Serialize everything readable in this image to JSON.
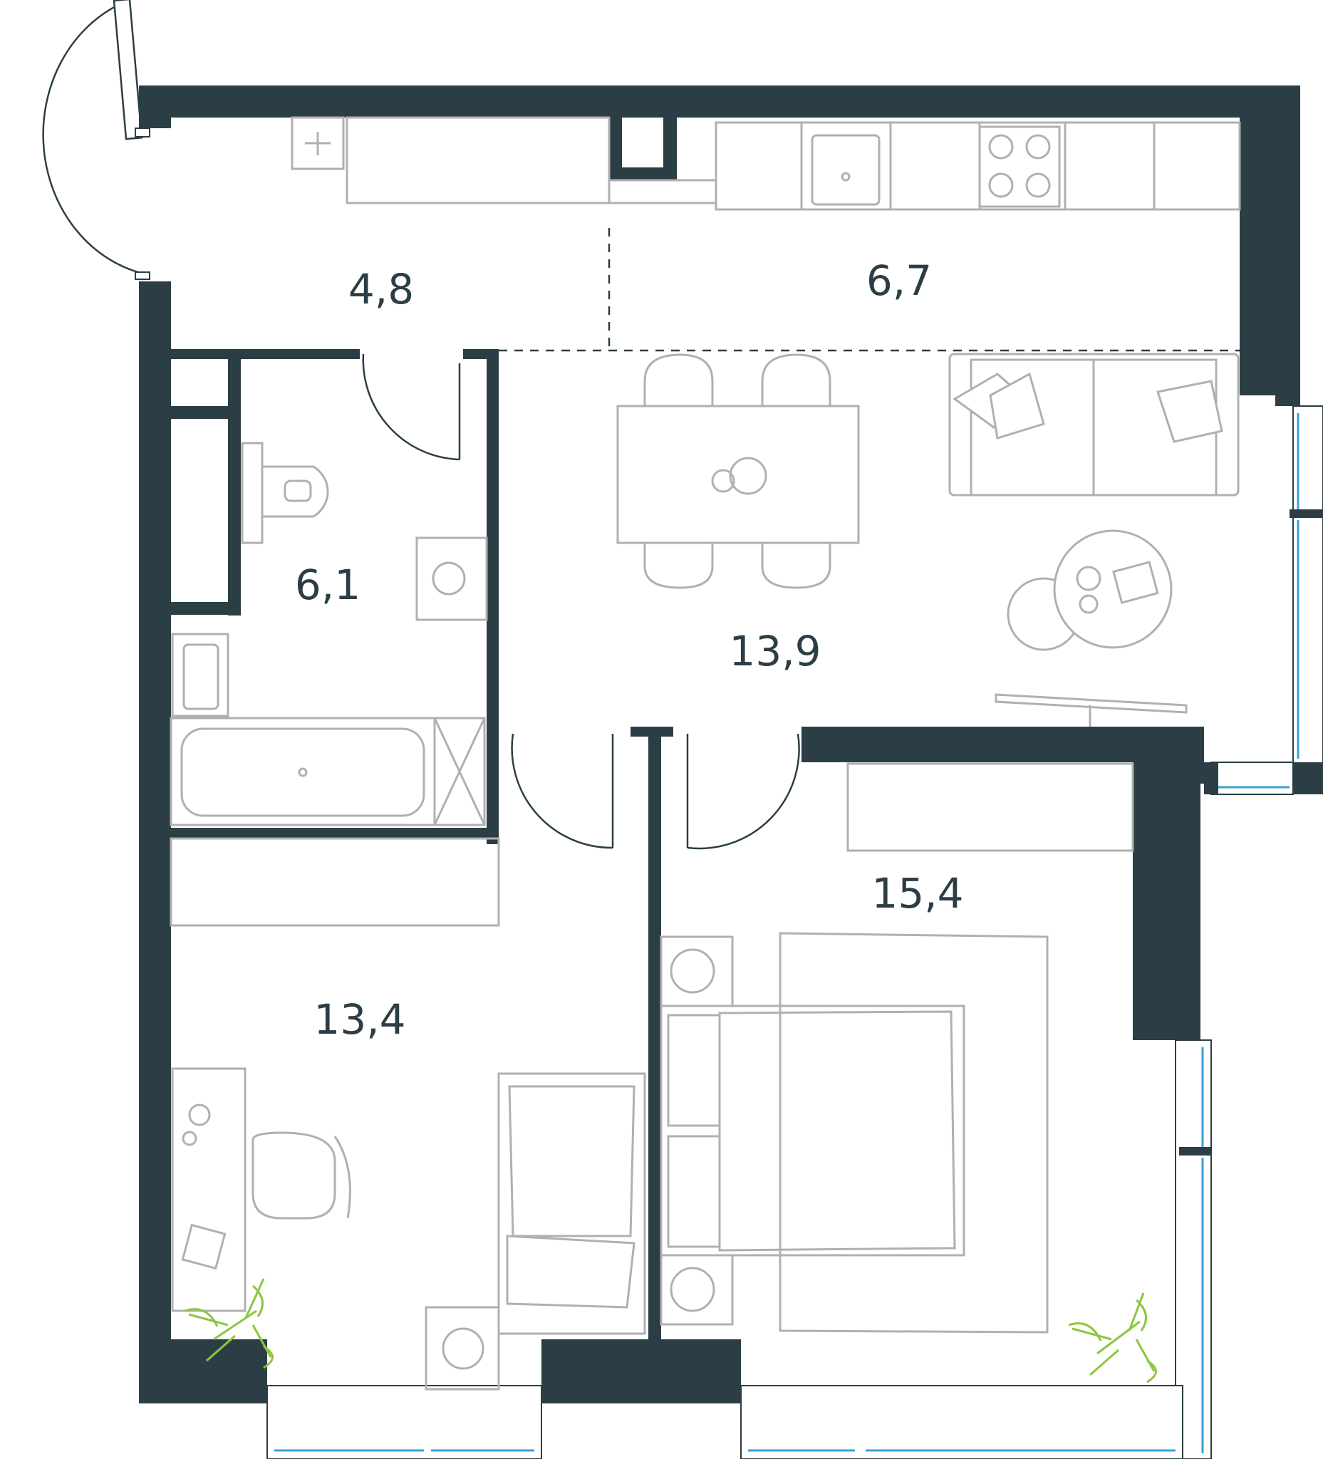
{
  "rooms": [
    {
      "id": "hall",
      "area": "4,8"
    },
    {
      "id": "kitchen",
      "area": "6,7"
    },
    {
      "id": "bathroom",
      "area": "6,1"
    },
    {
      "id": "living",
      "area": "13,9"
    },
    {
      "id": "bedroom-left",
      "area": "13,4"
    },
    {
      "id": "bedroom-right",
      "area": "15,4"
    }
  ],
  "colors": {
    "wall": "#2c3e45",
    "furniture": "#b0b0b0",
    "window_glass": "#3aa0d8",
    "plant": "#8cc63f"
  },
  "icons": [
    "door-swing-icon",
    "window-icon",
    "plant-icon",
    "stove-icon",
    "sink-icon",
    "toilet-icon",
    "bathtub-icon",
    "bed-icon",
    "sofa-icon",
    "table-icon",
    "chair-icon"
  ]
}
